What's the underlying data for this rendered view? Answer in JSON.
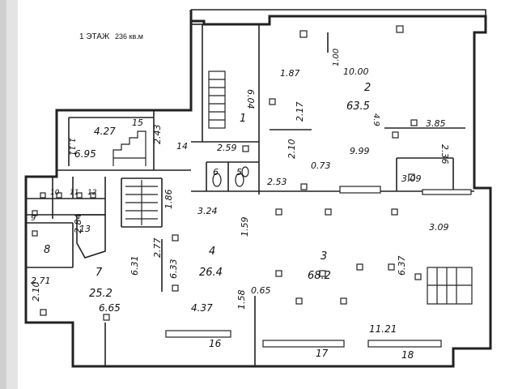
{
  "header": {
    "floor_label": "1 ЭТАЖ",
    "area_label": "236 кв.м"
  },
  "labels": {
    "r1": "1",
    "r2": "2",
    "r3": "3",
    "r4": "4",
    "r7": "7",
    "r8": "8",
    "r15": "15",
    "r14": "14",
    "r13": "13",
    "r6": "6",
    "r5": "5",
    "r16": "16",
    "r17": "17",
    "r18": "18",
    "r9": "9",
    "r10": "10",
    "r11": "11",
    "r12": "12",
    "a2": "63.5",
    "a3": "68.2",
    "a4": "26.4",
    "a7": "25.2",
    "d_427": "4.27",
    "d_695": "6.95",
    "d_243": "2.43",
    "d_604": "6.04",
    "d_187": "1.87",
    "d_217": "2.17",
    "d_100": "1.00",
    "d_1000": "10.00",
    "d_385": "3.85",
    "d_259": "2.59",
    "d_210": "2.10",
    "d_073": "0.73",
    "d_999": "9.99",
    "d_253": "2.53",
    "d_309a": "3.09",
    "d_236": "2.36",
    "d_324": "3.24",
    "d_159": "1.59",
    "d_186": "1.86",
    "d_309b": "3.09",
    "d_284": "2.84",
    "d_277": "2.77",
    "d_633": "6.33",
    "d_631": "6.31",
    "d_637": "6.37",
    "d_271": "2.71",
    "d_210b": "2.10",
    "d_665": "6.65",
    "d_437": "4.37",
    "d_158": "1.58",
    "d_065": "0.65",
    "d_1121": "11.21",
    "d_111": "1.11",
    "d_49": "4.9"
  }
}
